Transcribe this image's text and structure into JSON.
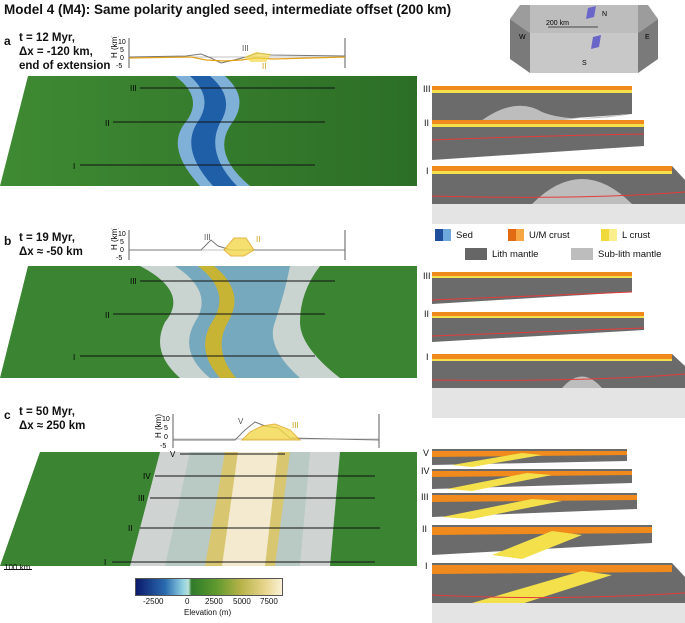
{
  "title": "Model 4 (M4): Same polarity angled seed, intermediate offset (200 km)",
  "panels": [
    {
      "letter": "a",
      "line1": "t = 12 Myr,",
      "line2": "Δx = -120 km,",
      "line3": "end of extension",
      "profile_labels": [
        "III",
        "II"
      ],
      "section_labels": [
        "III",
        "II",
        "I"
      ]
    },
    {
      "letter": "b",
      "line1": "t = 19 Myr,",
      "line2": "Δx ≈ -50 km",
      "line3": "",
      "profile_labels": [
        "III",
        "II"
      ],
      "section_labels": [
        "III",
        "II",
        "I"
      ]
    },
    {
      "letter": "c",
      "line1": "t = 50 Myr,",
      "line2": "Δx ≈ 250 km",
      "line3": "",
      "profile_labels": [
        "V",
        "III"
      ],
      "section_labels": [
        "V",
        "IV",
        "III",
        "II",
        "I"
      ]
    }
  ],
  "profile_axis": {
    "ylabel": "H (km)",
    "ticks_ab": [
      "10",
      "5",
      "0",
      "-5"
    ],
    "ticks_c": [
      "10",
      "5",
      "0",
      "-5"
    ]
  },
  "compass": {
    "scale": "200 km",
    "n": "N",
    "s": "S",
    "e": "E",
    "w": "W"
  },
  "legend": {
    "sed": "Sed",
    "um_crust": "U/M crust",
    "l_crust": "L crust",
    "lith_mantle": "Lith mantle",
    "sublith_mantle": "Sub-lith mantle"
  },
  "scalebar": "100 km",
  "colorbar": {
    "ticks": [
      "-2500",
      "0",
      "2500",
      "5000",
      "7500"
    ],
    "label": "Elevation (m)"
  },
  "colors": {
    "green": "#2f7a2a",
    "blue": "#1f5fa8",
    "lith": "#6b6b6b",
    "sublith": "#bdbdbd",
    "ucrust": "#f08a1c",
    "lcrust": "#f4e04a"
  }
}
